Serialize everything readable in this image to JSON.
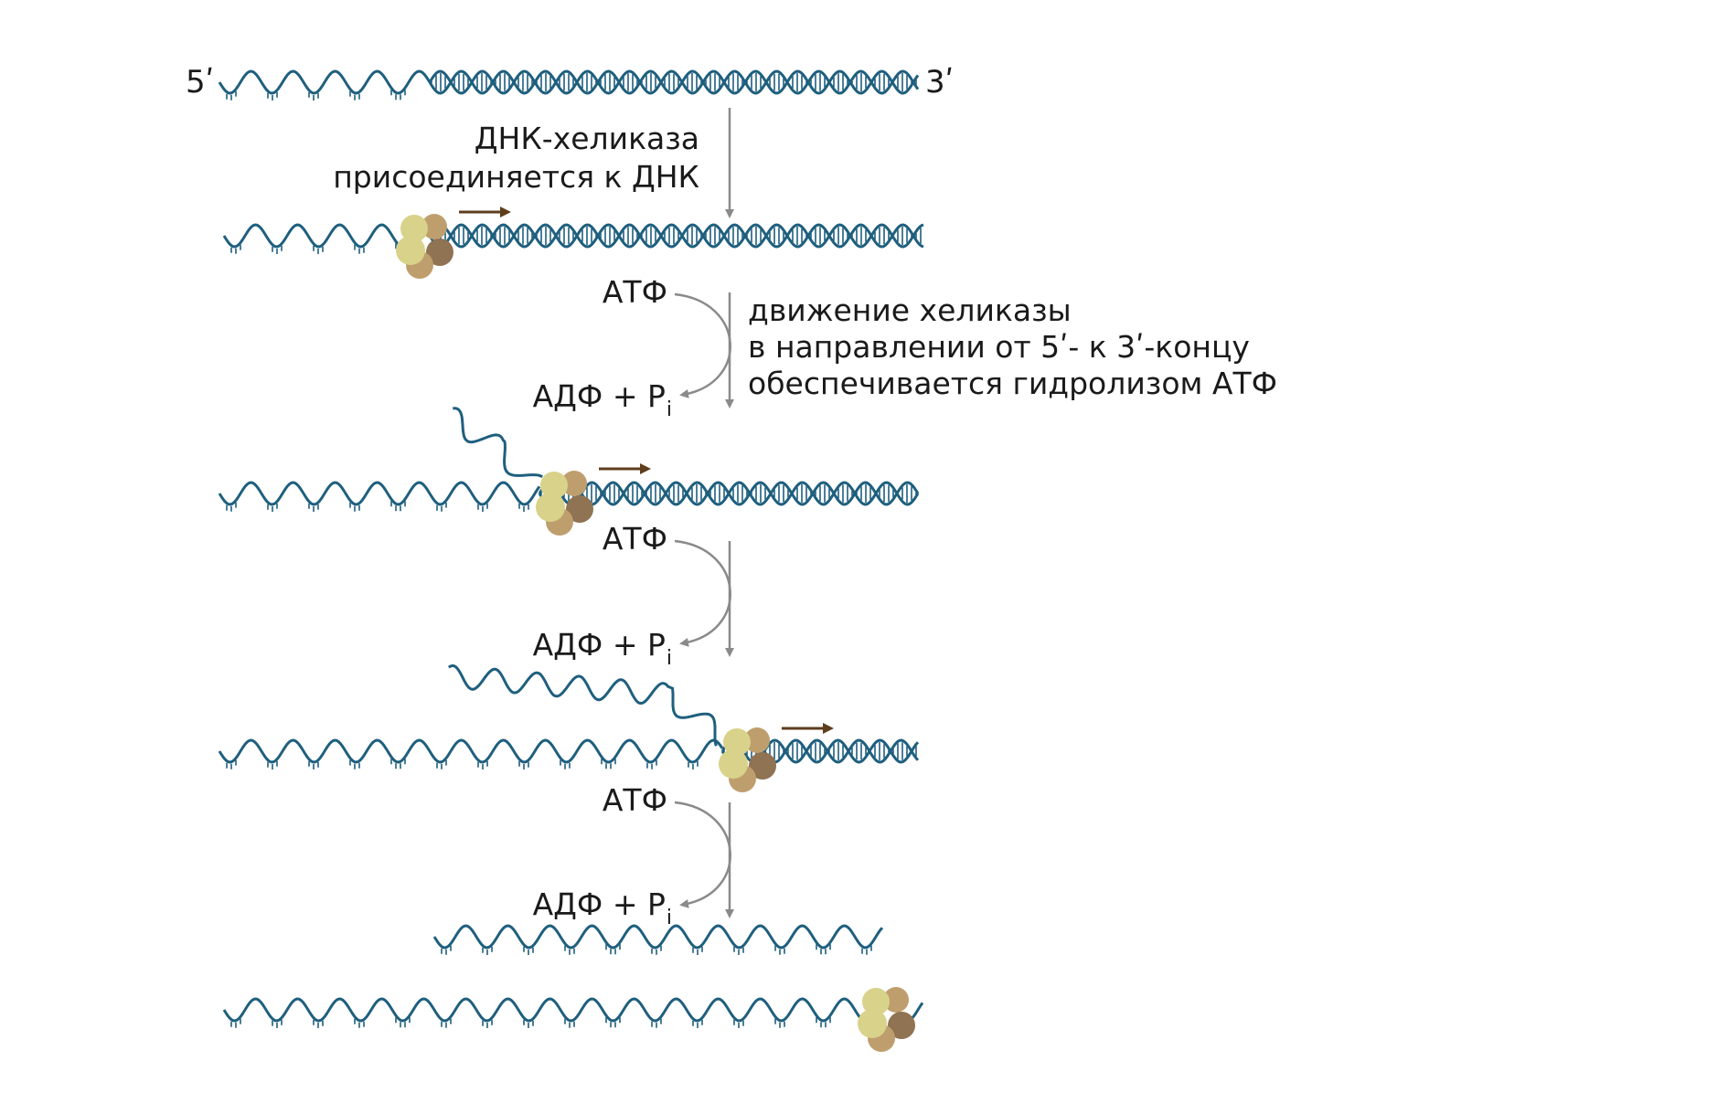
{
  "ends": {
    "five_prime": "5ʹ",
    "three_prime": "3ʹ"
  },
  "step_binding": {
    "line1": "ДНК-хеликаза",
    "line2": "присоединяется к ДНК"
  },
  "hydrolysis": {
    "atp": "АТФ",
    "products": "АДФ + P",
    "products_sub": "i"
  },
  "movement_note": {
    "line1": "движение хеликазы",
    "line2": "в направлении от 5ʹ- к 3ʹ-концу",
    "line3": "обеспечивается гидролизом АТФ"
  },
  "colors": {
    "dna": "#1f5f7e",
    "arrow_gray": "#8a8a8a",
    "arrow_brown": "#5e3e1c",
    "protein_yellow": "#d8d28a",
    "protein_tan": "#bf9e6e",
    "protein_brown": "#8f7352"
  }
}
